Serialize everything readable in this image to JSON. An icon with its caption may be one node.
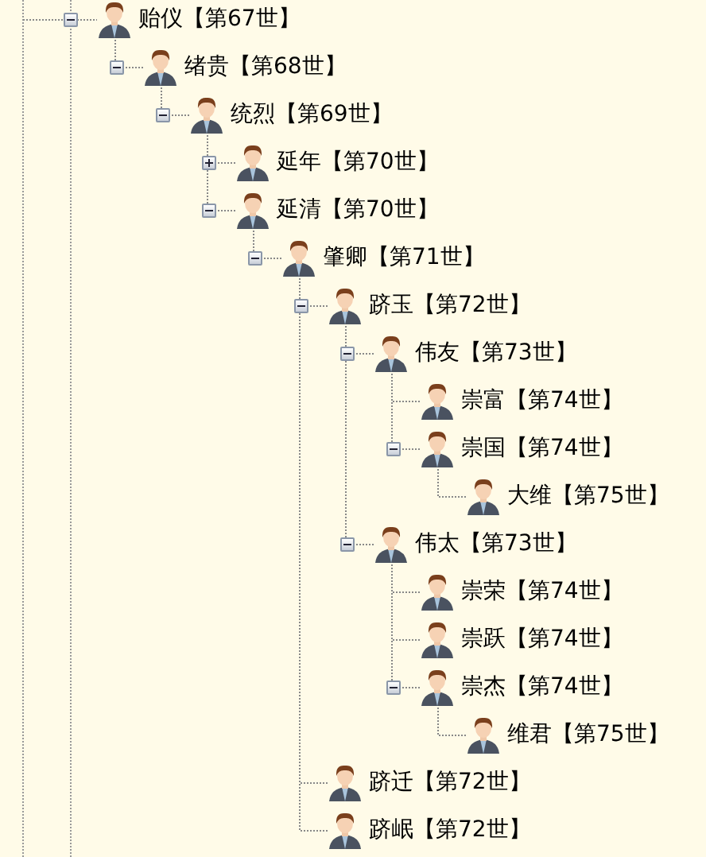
{
  "diagram": {
    "nodes": [
      {
        "text": [
          "贻仪【第67世】"
        ]
      },
      {
        "text": [
          "绪贵【第68世】"
        ]
      },
      {
        "text": [
          "统烈【第69世】"
        ]
      },
      {
        "text": [
          "延年【第70世】"
        ]
      },
      {
        "text": [
          "延清【第70世】"
        ]
      },
      {
        "text": [
          "肇卿【第71世】"
        ]
      },
      {
        "text": [
          "跻玉【第72世】"
        ]
      },
      {
        "text": [
          "伟友【第73世】"
        ]
      },
      {
        "text": [
          "崇富【第74世】"
        ]
      },
      {
        "text": [
          "崇国【第74世】"
        ]
      },
      {
        "text": [
          "大维【第75世】"
        ]
      },
      {
        "text": [
          "伟太【第73世】"
        ]
      },
      {
        "text": [
          "崇荣【第74世】"
        ]
      },
      {
        "text": [
          "崇跃【第74世】"
        ]
      },
      {
        "text": [
          "崇杰【第74世】"
        ]
      },
      {
        "text": [
          "维君【第75世】"
        ]
      },
      {
        "text": [
          "跻迁【第72世】"
        ]
      },
      {
        "text": [
          "跻岷【第72世】"
        ]
      }
    ],
    "edges": [
      {
        "from": null,
        "to": 0,
        "arrow": "none",
        "style": "dashed"
      },
      {
        "from": 0,
        "to": 1,
        "arrow": "none",
        "style": "dashed"
      },
      {
        "from": 1,
        "to": 2,
        "arrow": "none",
        "style": "dashed"
      },
      {
        "from": 2,
        "to": 3,
        "arrow": "none",
        "style": "dashed"
      },
      {
        "from": 2,
        "to": 4,
        "arrow": "none",
        "style": "dashed"
      },
      {
        "from": 4,
        "to": 5,
        "arrow": "none",
        "style": "dashed"
      },
      {
        "from": 5,
        "to": 6,
        "arrow": "none",
        "style": "dashed"
      },
      {
        "from": 6,
        "to": 7,
        "arrow": "none",
        "style": "dashed"
      },
      {
        "from": 7,
        "to": 8,
        "arrow": "none",
        "style": "dashed"
      },
      {
        "from": 7,
        "to": 9,
        "arrow": "none",
        "style": "dashed"
      },
      {
        "from": 9,
        "to": 10,
        "arrow": "none",
        "style": "dashed"
      },
      {
        "from": 6,
        "to": 11,
        "arrow": "none",
        "style": "dashed"
      },
      {
        "from": 11,
        "to": 12,
        "arrow": "none",
        "style": "dashed"
      },
      {
        "from": 11,
        "to": 13,
        "arrow": "none",
        "style": "dashed"
      },
      {
        "from": 11,
        "to": 14,
        "arrow": "none",
        "style": "dashed"
      },
      {
        "from": 14,
        "to": 15,
        "arrow": "none",
        "style": "dashed"
      },
      {
        "from": 5,
        "to": 16,
        "arrow": "none",
        "style": "dashed"
      },
      {
        "from": 5,
        "to": 17,
        "arrow": "none",
        "style": "dashed"
      }
    ]
  }
}
